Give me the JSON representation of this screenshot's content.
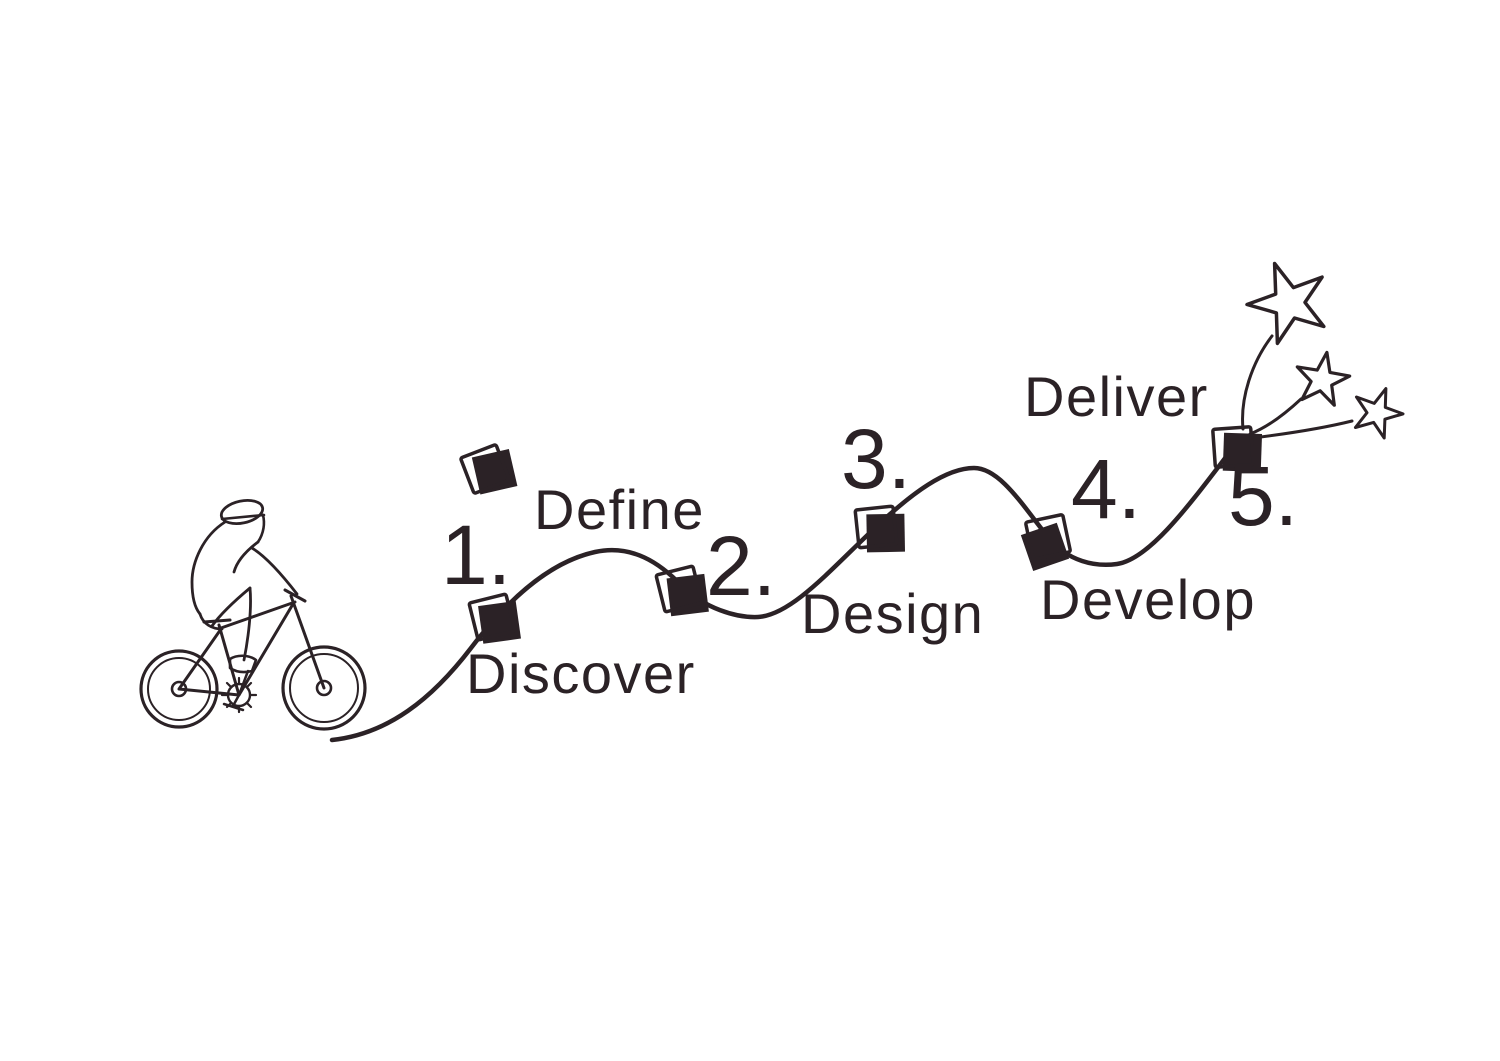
{
  "diagram": {
    "stages": [
      {
        "number": "1.",
        "label": "Discover"
      },
      {
        "number": "2.",
        "label": "Define"
      },
      {
        "number": "3.",
        "label": "Design"
      },
      {
        "number": "4.",
        "label": "Develop"
      },
      {
        "number": "5.",
        "label": "Deliver"
      }
    ],
    "decorations": {
      "star_count": 3,
      "milestone_marker_count": 5,
      "floating_marker_count": 1
    },
    "icons": {
      "rider": "cyclist-icon",
      "marker": "milestone-square-icon",
      "celebration": "star-icon"
    },
    "colors": {
      "ink": "#2b2226",
      "background": "#ffffff"
    }
  }
}
